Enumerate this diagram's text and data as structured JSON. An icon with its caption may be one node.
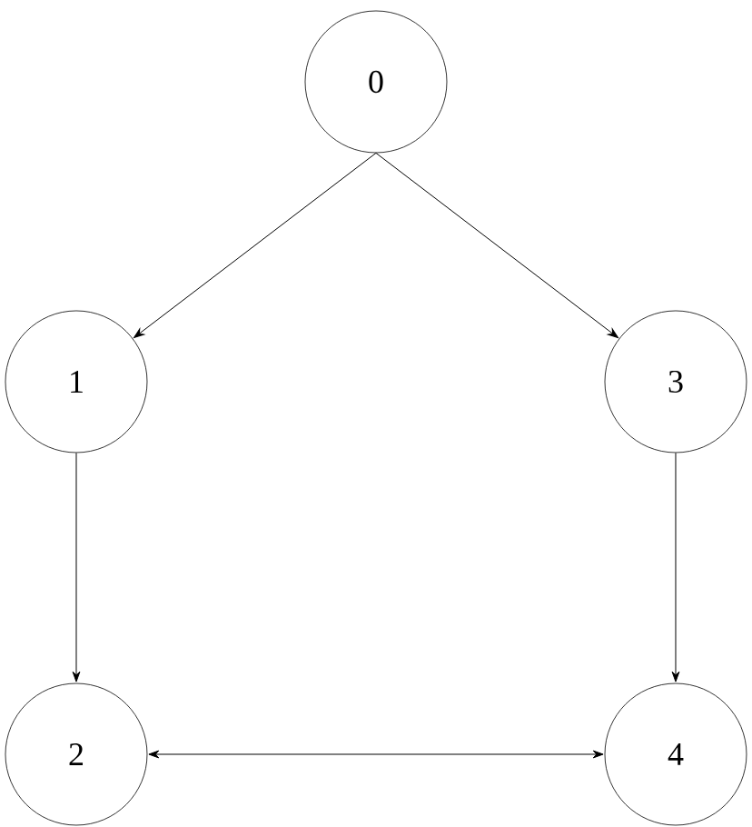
{
  "diagram": {
    "nodes": [
      {
        "text": [
          "0"
        ]
      },
      {
        "text": [
          "1"
        ]
      },
      {
        "text": [
          "2"
        ]
      },
      {
        "text": [
          "3"
        ]
      },
      {
        "text": [
          "4"
        ]
      }
    ],
    "edges": [
      {
        "from": 0,
        "to": 1,
        "arrow": "to"
      },
      {
        "from": 0,
        "to": 3,
        "arrow": "to"
      },
      {
        "from": 1,
        "to": 2,
        "arrow": "to"
      },
      {
        "from": 3,
        "to": 4,
        "arrow": "to"
      },
      {
        "from": 2,
        "to": 4,
        "arrow": "both"
      }
    ]
  }
}
